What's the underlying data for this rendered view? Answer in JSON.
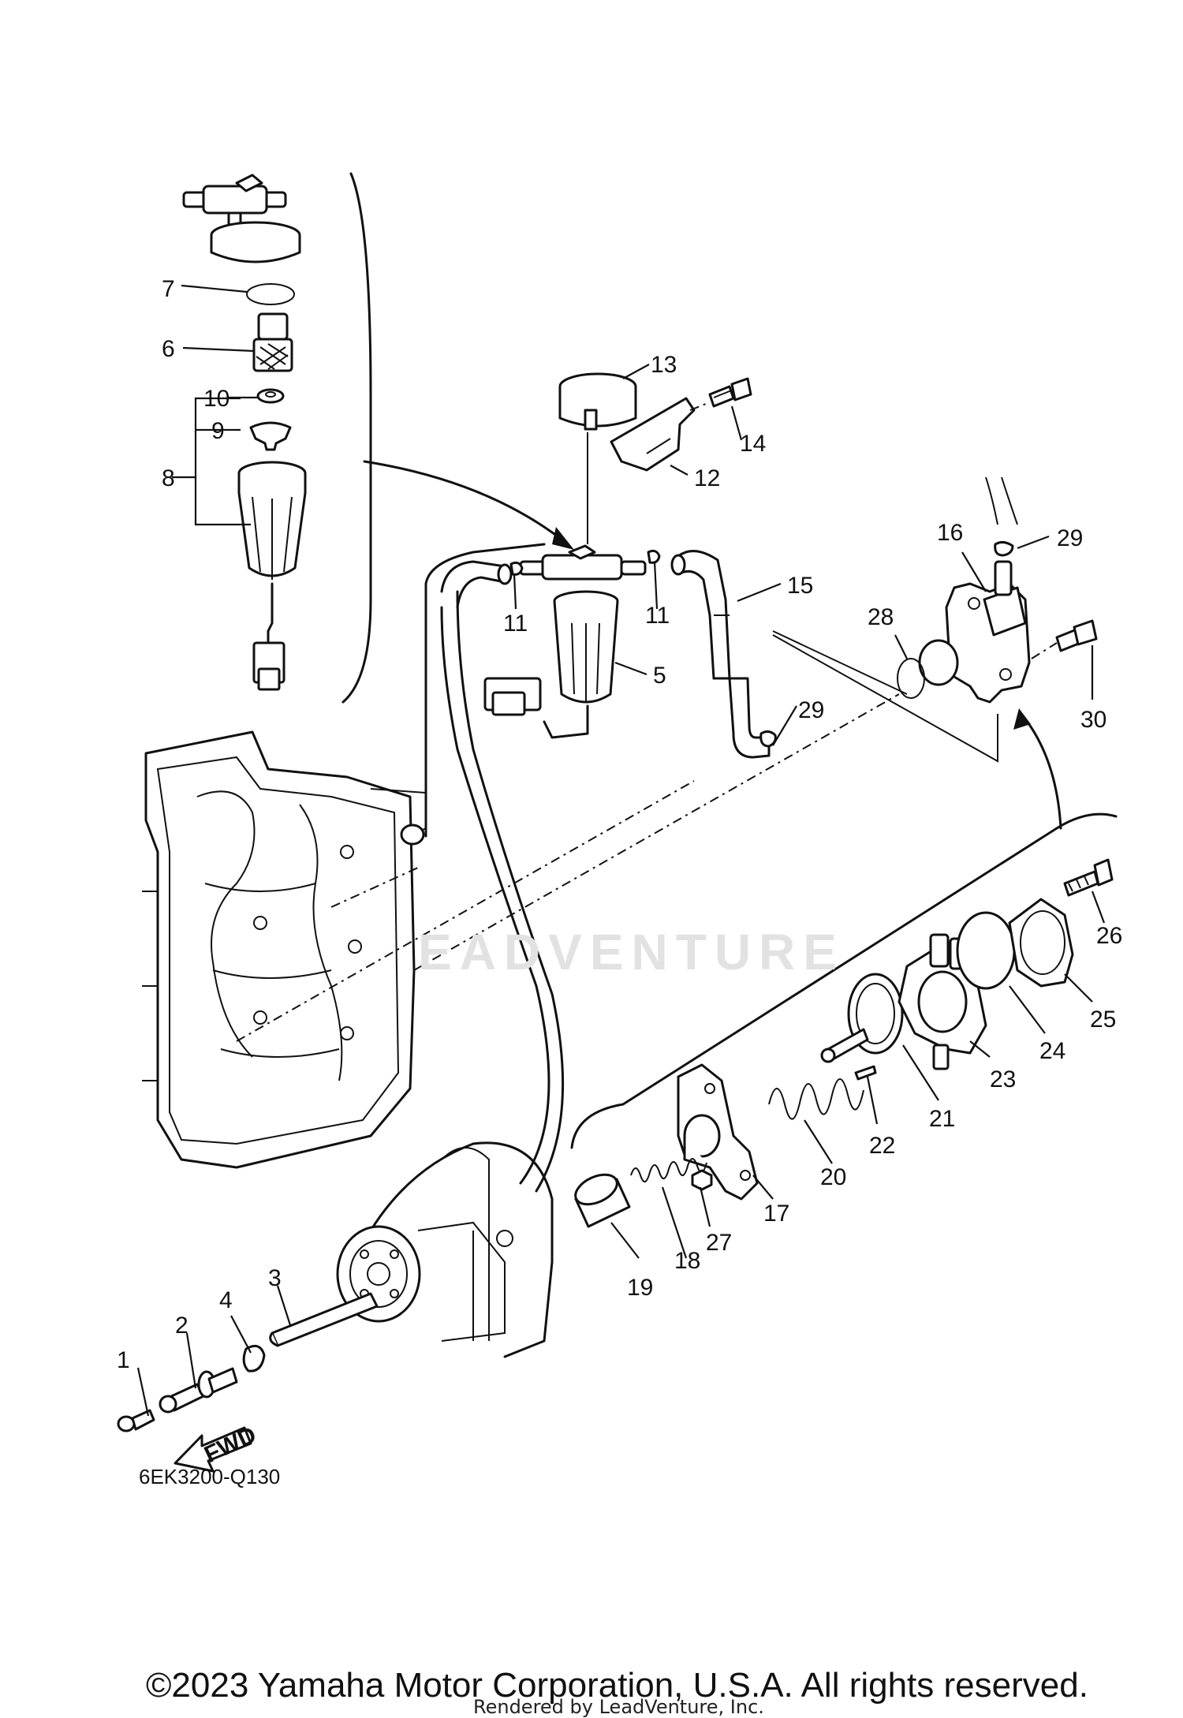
{
  "watermark": "EADVENTURE",
  "diagram_code": "6EK3200-Q130",
  "fwd_label": "FWD",
  "copyright": "©2023 Yamaha Motor Corporation, U.S.A. All rights reserved.",
  "rendered_by": "Rendered by LeadVenture, Inc.",
  "callouts": [
    "1",
    "2",
    "3",
    "4",
    "5",
    "6",
    "7",
    "8",
    "9",
    "10",
    "11",
    "11",
    "12",
    "13",
    "14",
    "15",
    "16",
    "17",
    "18",
    "19",
    "20",
    "21",
    "22",
    "23",
    "24",
    "25",
    "26",
    "27",
    "28",
    "29",
    "29",
    "30"
  ]
}
